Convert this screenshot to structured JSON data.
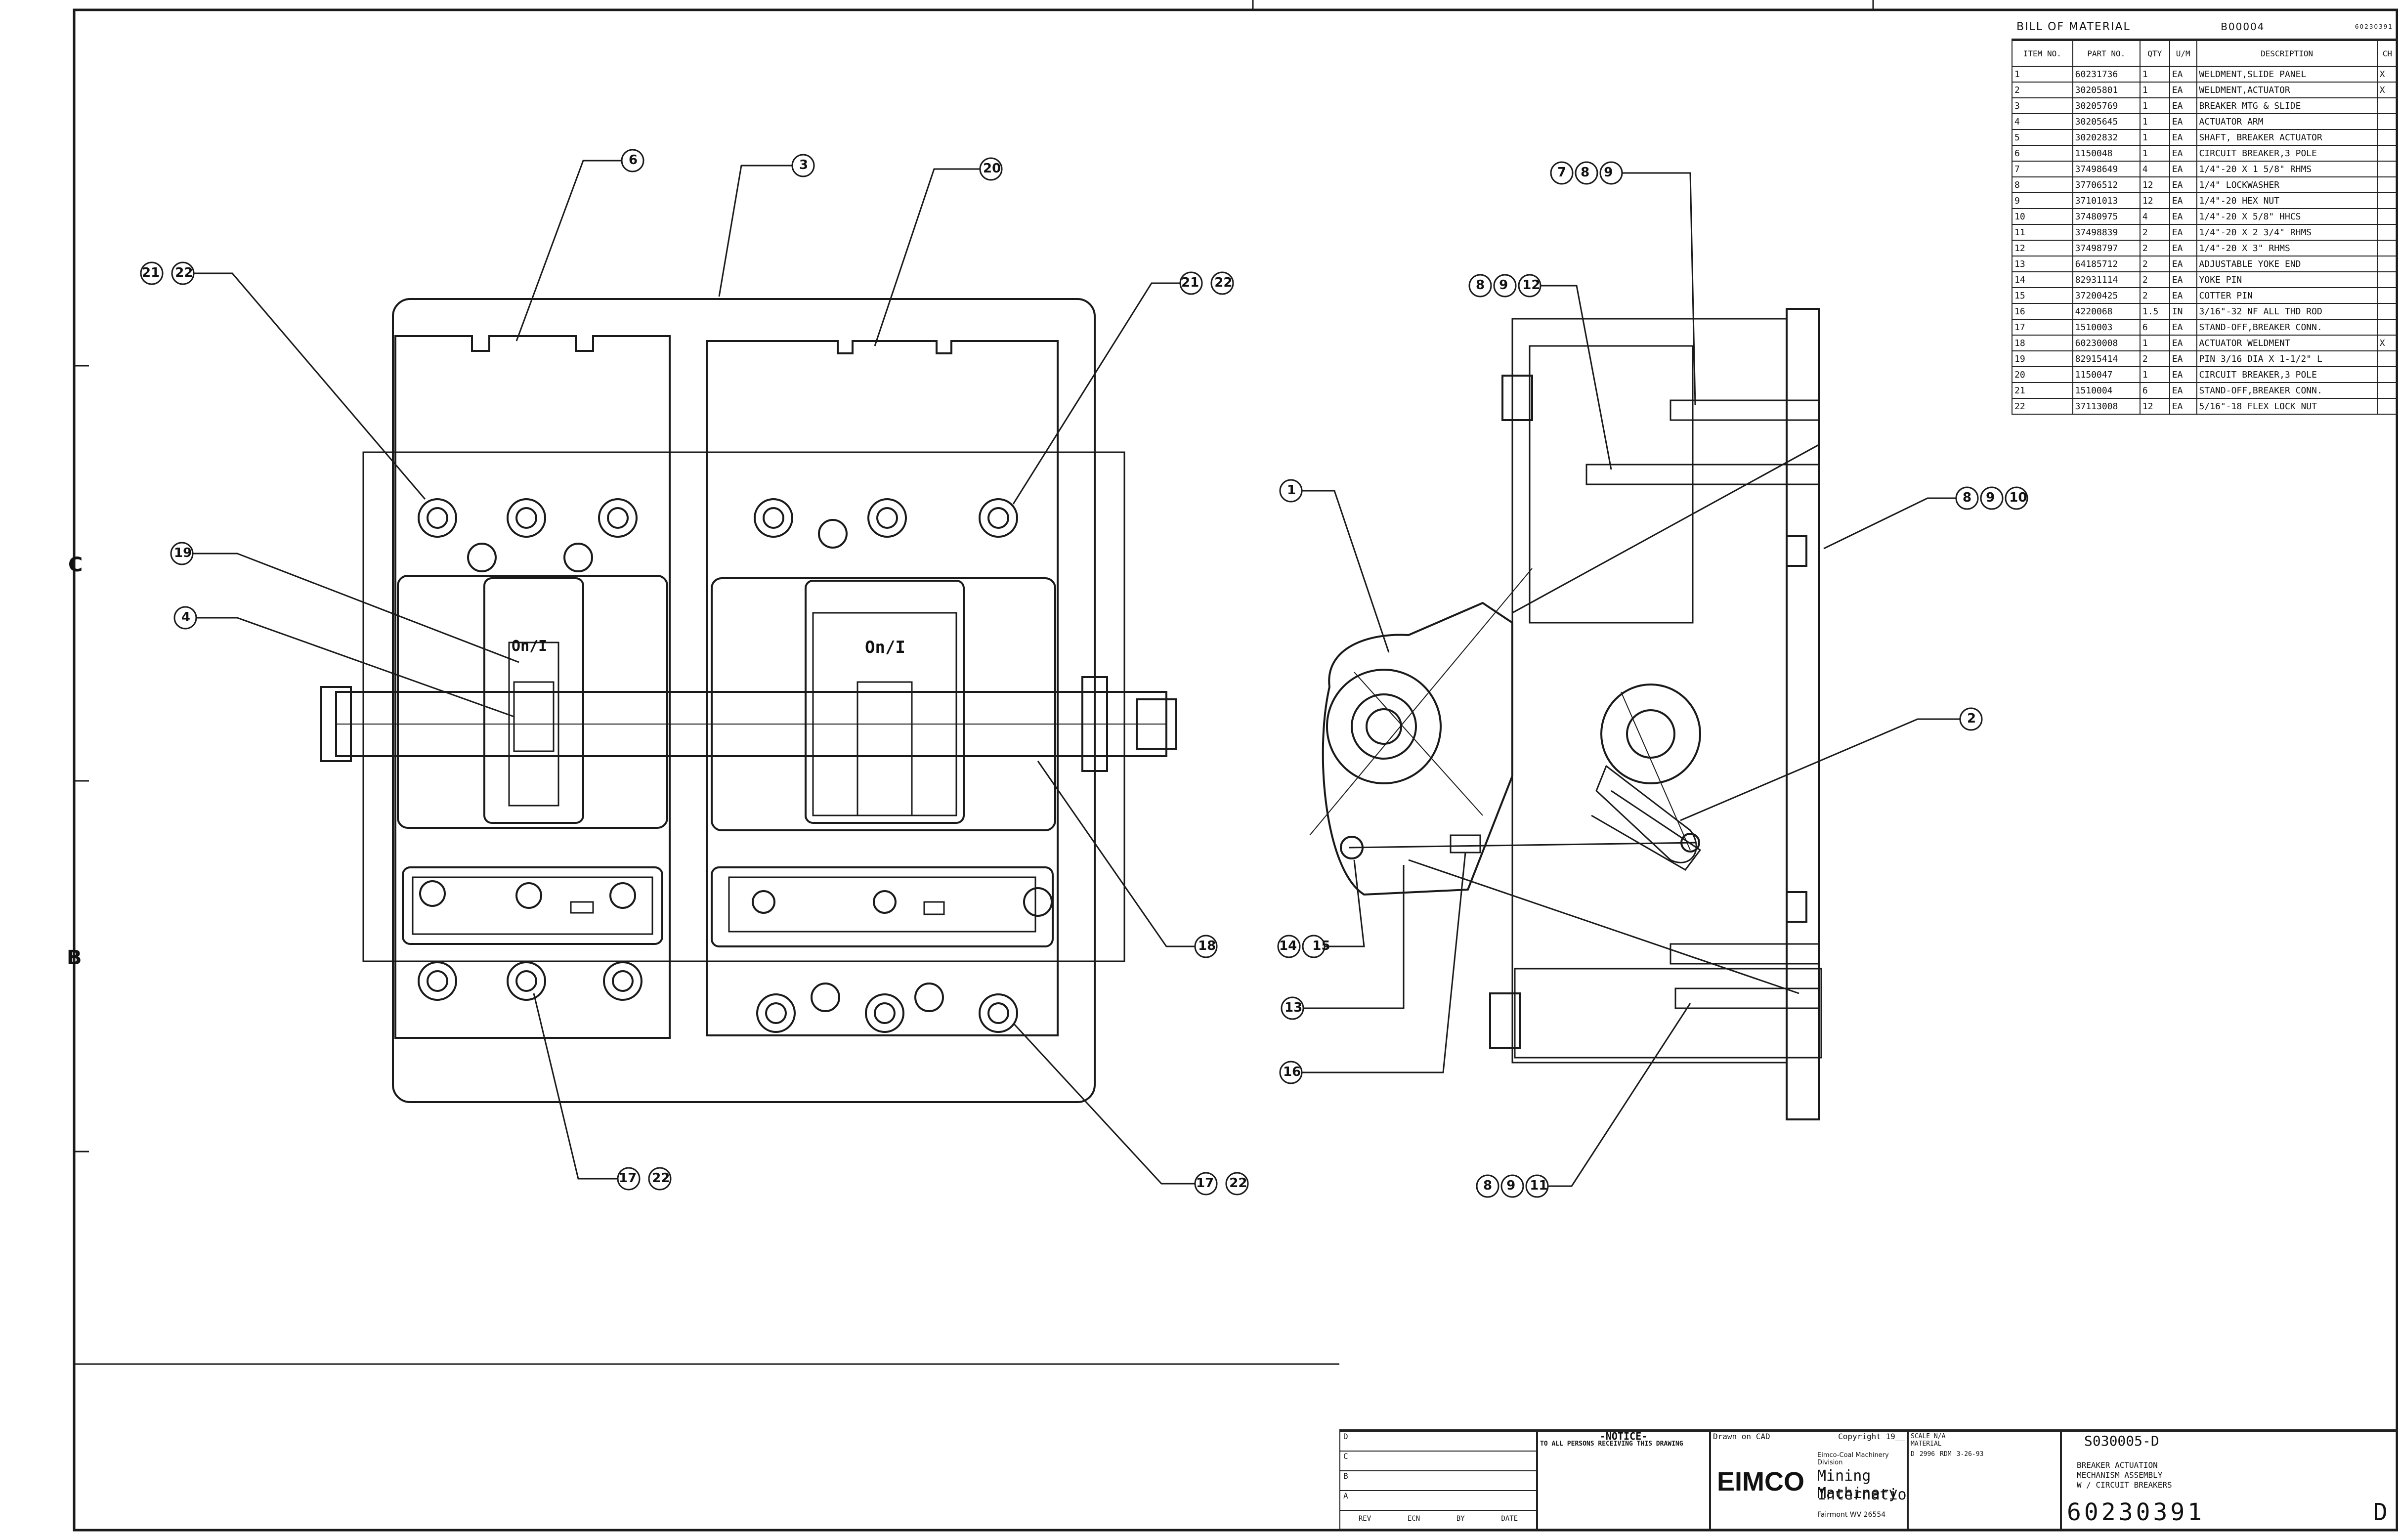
{
  "bom": {
    "title": "BILL OF MATERIAL",
    "code": "B00004",
    "dwg": "60230391",
    "headers": [
      "ITEM NO.",
      "PART NO.",
      "QTY",
      "U/M",
      "DESCRIPTION",
      "CH"
    ],
    "rows": [
      [
        "1",
        "60231736",
        "1",
        "EA",
        "WELDMENT,SLIDE PANEL",
        "X"
      ],
      [
        "2",
        "30205801",
        "1",
        "EA",
        "WELDMENT,ACTUATOR",
        "X"
      ],
      [
        "3",
        "30205769",
        "1",
        "EA",
        "BREAKER MTG & SLIDE",
        ""
      ],
      [
        "4",
        "30205645",
        "1",
        "EA",
        "ACTUATOR ARM",
        ""
      ],
      [
        "5",
        "30202832",
        "1",
        "EA",
        "SHAFT, BREAKER ACTUATOR",
        ""
      ],
      [
        "6",
        "1150048",
        "1",
        "EA",
        "CIRCUIT BREAKER,3 POLE",
        ""
      ],
      [
        "7",
        "37498649",
        "4",
        "EA",
        "1/4\"-20 X 1 5/8\" RHMS",
        ""
      ],
      [
        "8",
        "37706512",
        "12",
        "EA",
        "1/4\" LOCKWASHER",
        ""
      ],
      [
        "9",
        "37101013",
        "12",
        "EA",
        "1/4\"-20 HEX NUT",
        ""
      ],
      [
        "10",
        "37480975",
        "4",
        "EA",
        "1/4\"-20 X 5/8\" HHCS",
        ""
      ],
      [
        "11",
        "37498839",
        "2",
        "EA",
        "1/4\"-20 X 2 3/4\" RHMS",
        ""
      ],
      [
        "12",
        "37498797",
        "2",
        "EA",
        "1/4\"-20 X 3\" RHMS",
        ""
      ],
      [
        "13",
        "64185712",
        "2",
        "EA",
        "ADJUSTABLE YOKE END",
        ""
      ],
      [
        "14",
        "82931114",
        "2",
        "EA",
        "YOKE PIN",
        ""
      ],
      [
        "15",
        "37200425",
        "2",
        "EA",
        "COTTER PIN",
        ""
      ],
      [
        "16",
        "4220068",
        "1.5",
        "IN",
        "3/16\"-32 NF ALL THD ROD",
        ""
      ],
      [
        "17",
        "1510003",
        "6",
        "EA",
        "STAND-OFF,BREAKER CONN.",
        ""
      ],
      [
        "18",
        "60230008",
        "1",
        "EA",
        "ACTUATOR WELDMENT",
        "X"
      ],
      [
        "19",
        "82915414",
        "2",
        "EA",
        "PIN 3/16 DIA X 1-1/2\" L",
        ""
      ],
      [
        "20",
        "1150047",
        "1",
        "EA",
        "CIRCUIT BREAKER,3 POLE",
        ""
      ],
      [
        "21",
        "1510004",
        "6",
        "EA",
        "STAND-OFF,BREAKER CONN.",
        ""
      ],
      [
        "22",
        "37113008",
        "12",
        "EA",
        "5/16\"-18 FLEX LOCK NUT",
        ""
      ]
    ]
  },
  "breaker_labels": {
    "left": "On/I",
    "right": "On/I"
  },
  "zones": {
    "c": "C",
    "b": "B"
  },
  "balloons": {
    "b6": "6",
    "b3": "3",
    "b20": "20",
    "b2122a": "21 22",
    "b2122b": "21 22",
    "b19": "19",
    "b4": "4",
    "b18": "18",
    "b1722a": "17 22",
    "b1722b": "17 22",
    "b789": "7 8 9",
    "b8912": "8 9 12",
    "b8910": "8 9 10",
    "b1": "1",
    "b2": "2",
    "b1415": "14 15",
    "b13": "13",
    "b16": "16",
    "b8911": "8 9 11"
  },
  "title_block": {
    "notice_title": "-NOTICE-",
    "notice_text": "TO ALL PERSONS RECEIVING THIS DRAWING",
    "drawn_on": "Drawn on CAD",
    "copyright": "Copyright 19__",
    "division": "Eimco-Coal Machinery Division",
    "brand": "EIMCO",
    "company_line1": "Mining Machinery",
    "company_line2": "International",
    "address": "Fairmont WV 26554",
    "sheet_no": "S030005-D",
    "title_line1": "BREAKER ACTUATION",
    "title_line2": "MECHANISM ASSEMBLY",
    "title_line3": "W / CIRCUIT BREAKERS",
    "dwg_no": "60230391",
    "rev": "D",
    "rev_cols": [
      "REV",
      "ECN",
      "BY",
      "DATE"
    ],
    "rev_letters": [
      "D",
      "C",
      "B",
      "A"
    ],
    "scale_label": "SCALE",
    "scale": "N/A",
    "material_label": "MATERIAL",
    "rev_row": [
      "D",
      "2996",
      "RDM",
      "3-26-93"
    ]
  }
}
